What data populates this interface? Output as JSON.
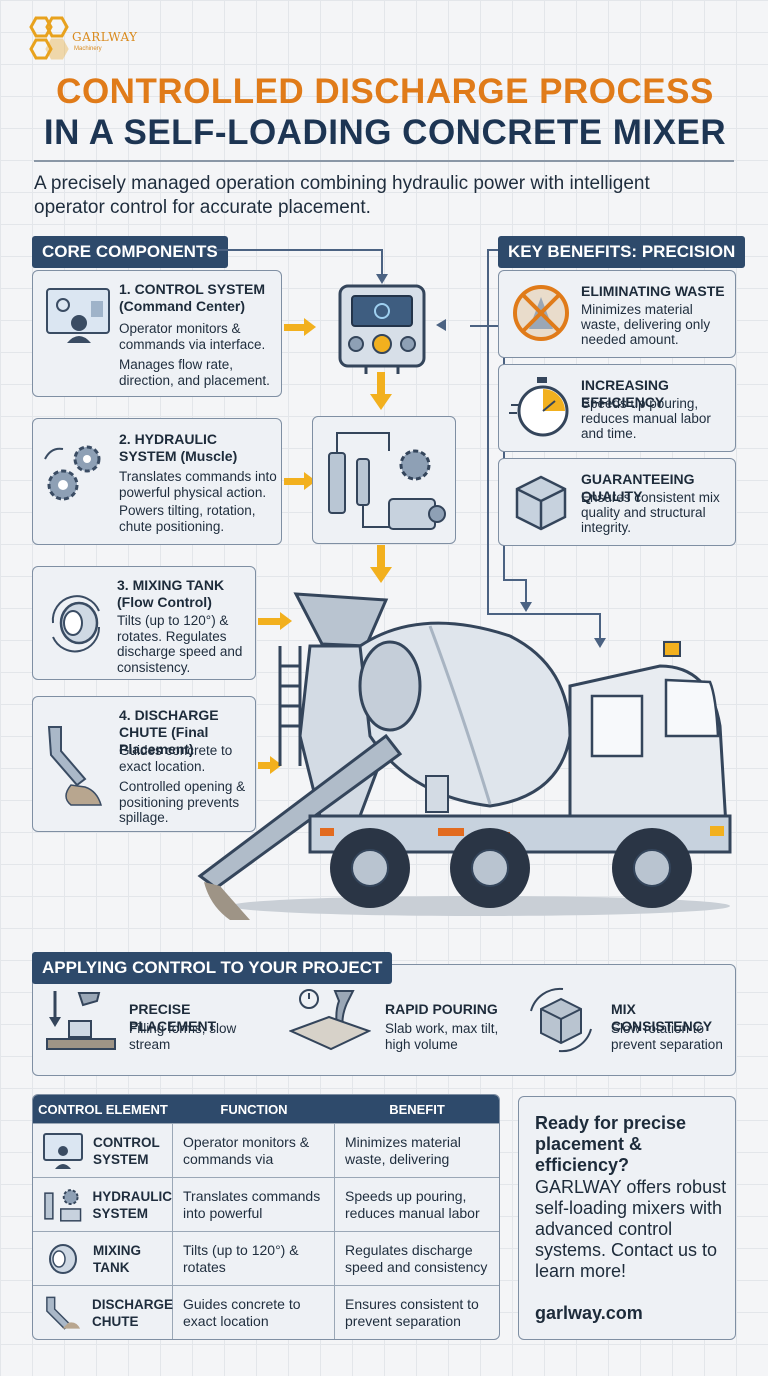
{
  "brand": {
    "name": "GARLWAY",
    "tagline": "Machinery",
    "accent": "#e07b19",
    "navy": "#1d3553",
    "arrow": "#f2b01e"
  },
  "title": {
    "line1": "CONTROLLED DISCHARGE PROCESS",
    "line2": "IN A SELF-LOADING CONCRETE MIXER"
  },
  "subtitle": "A precisely managed operation combining hydraulic power with intelligent operator control for accurate placement.",
  "core": {
    "heading": "CORE COMPONENTS",
    "items": [
      {
        "title": "1. CONTROL SYSTEM (Command Center)",
        "text1": "Operator monitors & commands via interface.",
        "text2": "Manages flow rate, direction, and placement.",
        "icon": "monitor-operator-icon"
      },
      {
        "title": "2. HYDRAULIC SYSTEM (Muscle)",
        "text1": "Translates commands into powerful physical action.",
        "text2": "Powers tilting, rotation, chute positioning.",
        "icon": "gears-icon"
      },
      {
        "title": "3. MIXING TANK (Flow Control)",
        "text1": "Tilts (up to 120°) & rotates. Regulates discharge speed and consistency.",
        "text2": "",
        "icon": "drum-icon"
      },
      {
        "title": "4. DISCHARGE CHUTE (Final Placement)",
        "text1": "Guides concrete to exact location.",
        "text2": "Controlled opening & positioning prevents spillage.",
        "icon": "chute-icon"
      }
    ]
  },
  "benefits": {
    "heading": "KEY BENEFITS: PRECISION",
    "items": [
      {
        "title": "ELIMINATING WASTE",
        "text": "Minimizes material waste, delivering only needed amount.",
        "icon": "no-waste-icon"
      },
      {
        "title": "INCREASING EFFICIENCY",
        "text": "Speeds up pouring, reduces manual labor and time.",
        "icon": "stopwatch-icon"
      },
      {
        "title": "GUARANTEEING QUALITY",
        "text": "Ensures consistent mix quality and structural integrity.",
        "icon": "cube-icon"
      }
    ]
  },
  "apply": {
    "heading": "APPLYING CONTROL TO YOUR PROJECT",
    "items": [
      {
        "title": "PRECISE PLACEMENT",
        "text": "Filling forms, slow stream",
        "icon": "pour-form-icon"
      },
      {
        "title": "RAPID POURING",
        "text": "Slab work, max tilt, high volume",
        "icon": "slab-pour-icon"
      },
      {
        "title": "MIX CONSISTENCY",
        "text": "Slow rotation to prevent separation",
        "icon": "mix-cube-icon"
      }
    ]
  },
  "table": {
    "headers": [
      "CONTROL ELEMENT",
      "FUNCTION",
      "BENEFIT"
    ],
    "rows": [
      {
        "element": "CONTROL SYSTEM",
        "function": "Operator monitors & commands via",
        "benefit": "Minimizes material waste, delivering"
      },
      {
        "element": "HYDRAULIC SYSTEM",
        "function": "Translates commands into powerful",
        "benefit": "Speeds up pouring, reduces manual labor"
      },
      {
        "element": "MIXING TANK",
        "function": "Tilts (up to 120°) & rotates",
        "benefit": "Regulates discharge speed and consistency"
      },
      {
        "element": "DISCHARGE CHUTE",
        "function": "Guides concrete to exact location",
        "benefit": "Ensures consistent to prevent separation"
      }
    ]
  },
  "cta": {
    "headline": "Ready for precise placement & efficiency?",
    "body": "GARLWAY offers robust self-loading mixers with advanced control systems. Contact us to learn more!",
    "url": "garlway.com"
  }
}
